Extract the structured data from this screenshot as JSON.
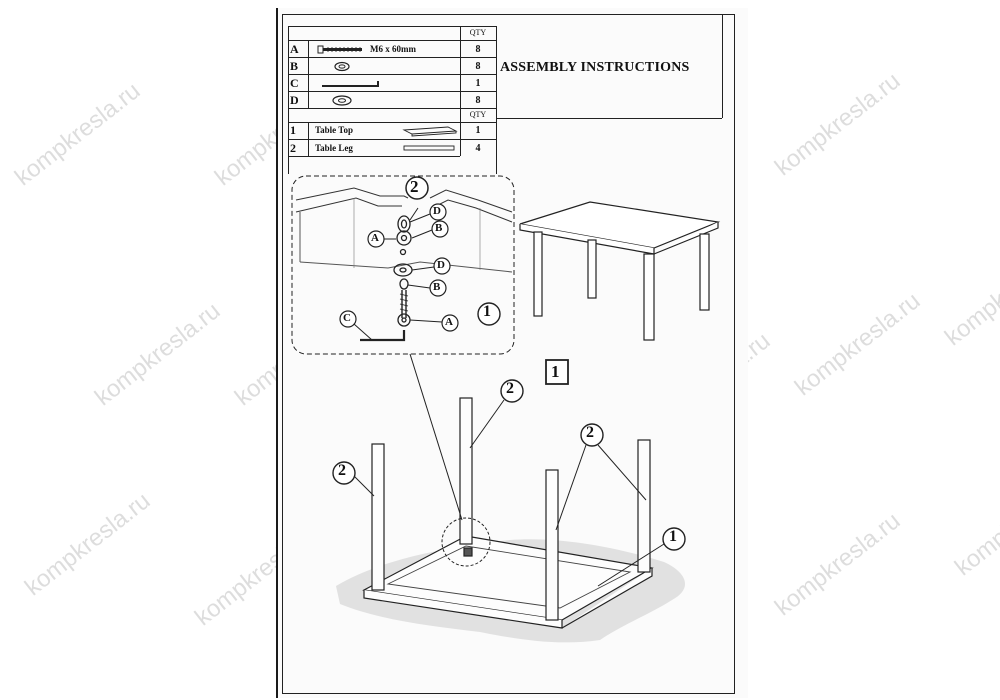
{
  "document": {
    "title": "ASSEMBLY INSTRUCTIONS",
    "watermark": "kompkresla.ru",
    "step_number": "1"
  },
  "hardware_table": {
    "qty_header": "QTY",
    "rows": [
      {
        "letter": "A",
        "desc": "M6 x 60mm",
        "qty": "8",
        "icon": "bolt-icon"
      },
      {
        "letter": "B",
        "desc": "",
        "qty": "8",
        "icon": "spring-washer-icon"
      },
      {
        "letter": "C",
        "desc": "",
        "qty": "1",
        "icon": "allen-key-icon"
      },
      {
        "letter": "D",
        "desc": "",
        "qty": "8",
        "icon": "flat-washer-icon"
      }
    ]
  },
  "parts_table": {
    "qty_header": "QTY",
    "rows": [
      {
        "number": "1",
        "name": "Table Top",
        "qty": "1",
        "icon": "table-top-icon"
      },
      {
        "number": "2",
        "name": "Table Leg",
        "qty": "4",
        "icon": "table-leg-icon"
      }
    ]
  },
  "callouts": {
    "detail_leg": "2",
    "washer_d": "D",
    "washer_b": "B",
    "bolt_a": "A",
    "key_c": "C",
    "top_1": "1",
    "leg_2": "2"
  }
}
